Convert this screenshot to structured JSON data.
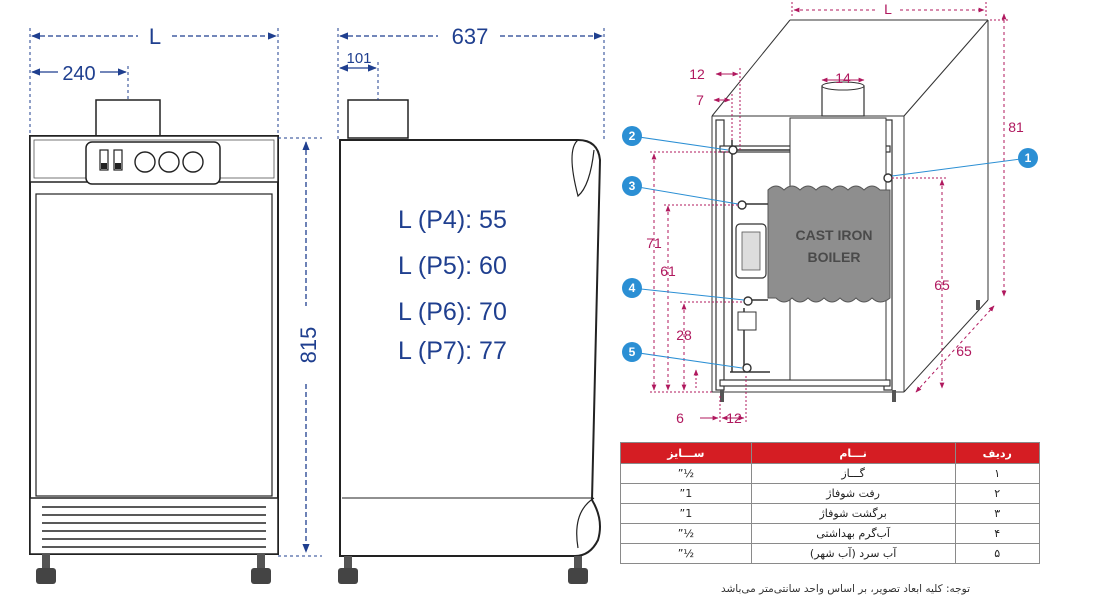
{
  "front_view": {
    "dim_width": "L",
    "dim_chimney_offset": "240"
  },
  "side_view": {
    "dim_depth": "637",
    "dim_chimney_offset": "101",
    "dim_height": "815",
    "model_lengths": [
      "L (P4): 55",
      "L (P5): 60",
      "L (P6): 70",
      "L (P7): 77"
    ]
  },
  "perspective_view": {
    "body_label_line1": "CAST IRON",
    "body_label_line2": "BOILER",
    "dims": {
      "width": "L",
      "offset_12_top": "12",
      "offset_7": "7",
      "chimney": "14",
      "height_81": "81",
      "h_71": "71",
      "h_61": "61",
      "h_28": "28",
      "h_65_right": "65",
      "depth_65": "65",
      "offset_6": "6",
      "offset_12_bottom": "12"
    },
    "callouts": [
      "1",
      "2",
      "3",
      "4",
      "5"
    ]
  },
  "connections_table": {
    "headers": {
      "row": "ردیف",
      "name": "نـــام",
      "size": "ســـایز"
    },
    "rows": [
      {
        "row": "۱",
        "name": "گـــاز",
        "size": "½”"
      },
      {
        "row": "۲",
        "name": "رفت شوفاژ",
        "size": "1”"
      },
      {
        "row": "۳",
        "name": "برگشت شوفاژ",
        "size": "1”"
      },
      {
        "row": "۴",
        "name": "آب‌گرم بهداشتی",
        "size": "½”"
      },
      {
        "row": "۵",
        "name": "آب سرد (آب شهر)",
        "size": "½”"
      }
    ]
  },
  "note": "توجه: کلیه ابعاد تصویر، بر اساس واحد سانتی‌متر می‌باشد",
  "colors": {
    "dimension_blue": "#1f3f8f",
    "dimension_magenta": "#b0185e",
    "callout_blue": "#2b8fd4",
    "table_header_red": "#d51d23",
    "boiler_gray": "#8e8e8e"
  }
}
